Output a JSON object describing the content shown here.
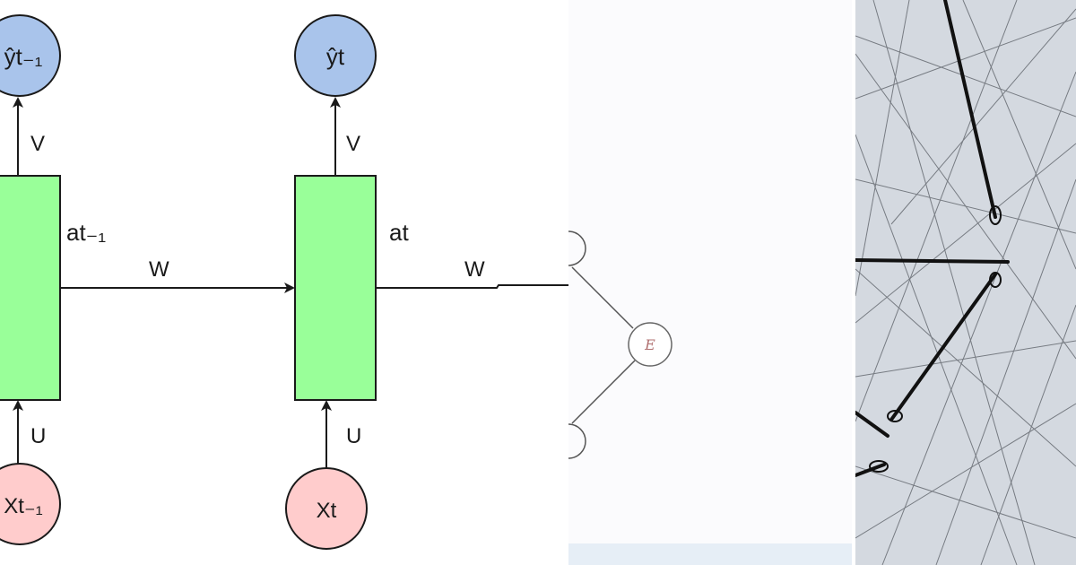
{
  "rnn_diagram": {
    "prev_step": {
      "output": "ŷt₋₁",
      "hidden": "at₋₁",
      "input": "Xt₋₁",
      "weight_v": "V",
      "weight_u": "U"
    },
    "current_step": {
      "output": "ŷt",
      "hidden": "at",
      "input": "Xt",
      "weight_v": "V",
      "weight_u": "U"
    },
    "recurrent_weight_1": "W",
    "recurrent_weight_2": "W",
    "colors": {
      "output_fill": "#a9c4eb",
      "hidden_fill": "#99ff99",
      "input_fill": "#ffcccc",
      "stroke": "#1a1a1a"
    }
  },
  "graph_fragment": {
    "node_label": "E"
  },
  "photo": {
    "description_icon": "tangled-strings-photo"
  }
}
